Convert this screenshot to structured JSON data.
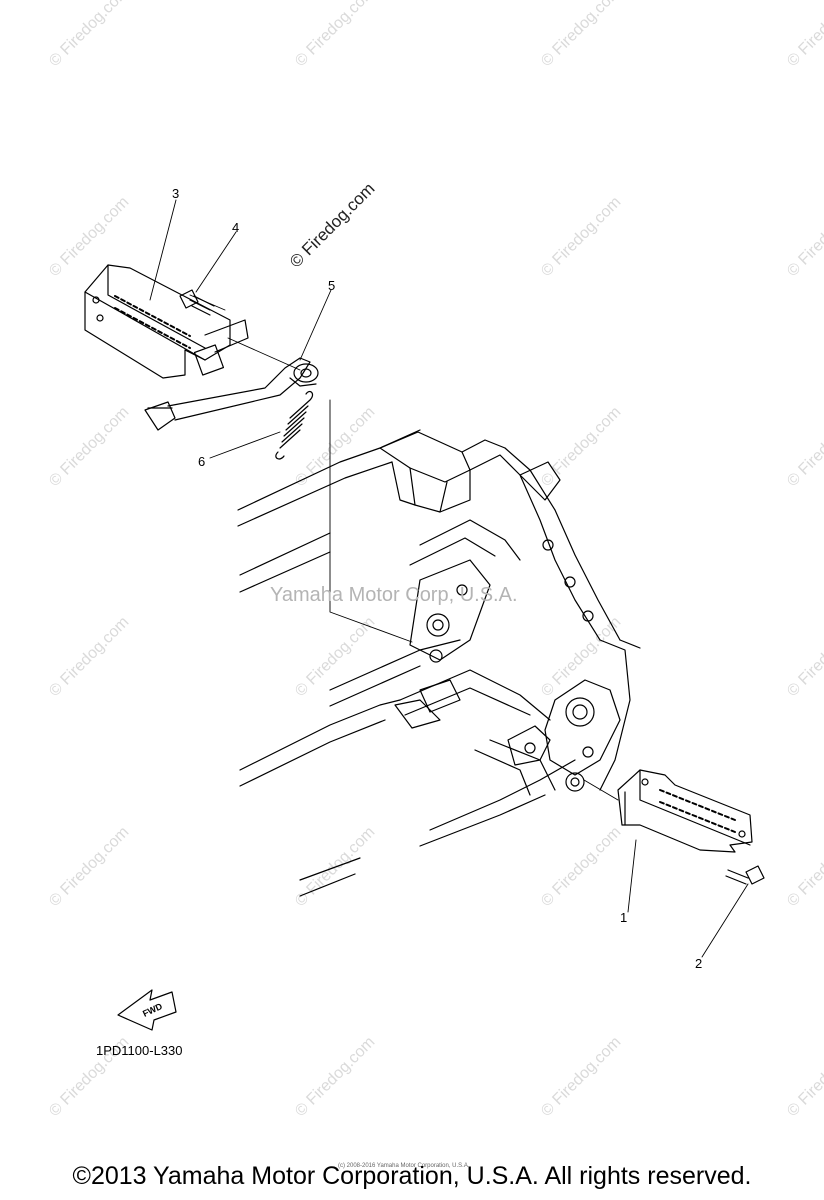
{
  "watermarks": {
    "site_label": "© Firedog.com",
    "tile_label": "© Firedog.com",
    "maker_label": "Yamaha Motor Corp, U.S.A."
  },
  "callouts": [
    "1",
    "2",
    "3",
    "4",
    "5",
    "6"
  ],
  "diagram_code": "1PD1100-L330",
  "fwd_label": "FWD",
  "tiny_copyright": "(c) 2008-2016 Yamaha Motor Corporation, U.S.A.",
  "footer_copyright": "©2013 Yamaha Motor Corporation, U.S.A. All rights reserved."
}
